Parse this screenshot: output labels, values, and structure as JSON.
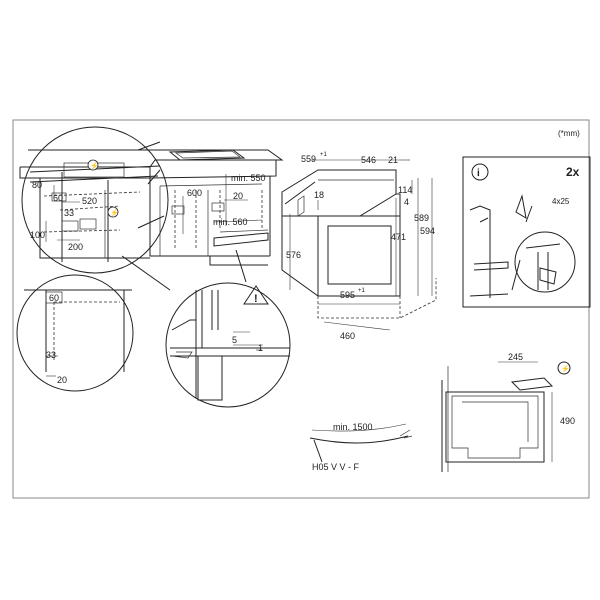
{
  "unit_note": "(*mm)",
  "main_view": {
    "dims": {
      "d80": "80",
      "d60": "60",
      "d520": "520",
      "d33": "33",
      "d100": "100",
      "d200": "200",
      "d600": "600",
      "min550": "min. 550",
      "d20": "20",
      "min560": "min. 560"
    },
    "oven": {
      "top_depth": "559",
      "top_depth_note": "+1",
      "d546": "546",
      "d21": "21",
      "d18": "18",
      "d114": "114",
      "d4": "4",
      "d589": "589",
      "d594": "594",
      "d471": "471",
      "d576": "576",
      "width": "595",
      "width_note": "+1",
      "d460": "460"
    }
  },
  "detail_left": {
    "d60": "60",
    "d33": "33",
    "d20": "20"
  },
  "detail_mid": {
    "d5": "5",
    "d1": "1"
  },
  "fix_panel": {
    "count": "2x",
    "screw": "4x25",
    "info": "i"
  },
  "cable": {
    "length": "min. 1500",
    "type": "H05 V V - F"
  },
  "rear_view": {
    "d245": "245",
    "d490": "490"
  }
}
